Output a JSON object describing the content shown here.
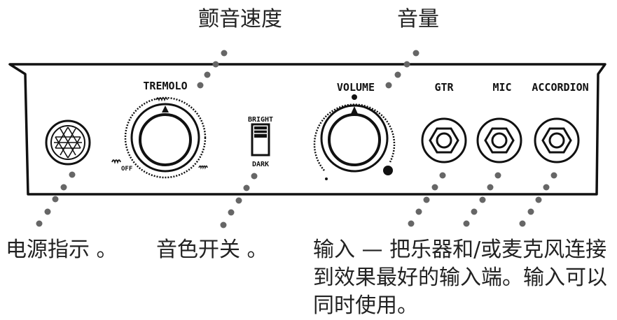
{
  "panel": {
    "tremolo_label": "TREMOLO",
    "tremolo_off_label": "OFF",
    "volume_label": "VOLUME",
    "switch_top_label": "BRIGHT",
    "switch_bottom_label": "DARK",
    "jacks": [
      {
        "label": "GTR"
      },
      {
        "label": "MIC"
      },
      {
        "label": "ACCORDION"
      }
    ]
  },
  "callouts": {
    "tremolo_speed": "颤音速度",
    "volume": "音量",
    "power_indicator": "电源指示 。",
    "tone_switch": "音色开关 。",
    "inputs_line1": "输入 — 把乐器和/或麦克风连接",
    "inputs_line2": "到效果最好的输入端。输入可以",
    "inputs_line3": "同时使用。"
  },
  "colors": {
    "ink": "#111111",
    "dot": "#666666",
    "background": "#ffffff"
  },
  "icons": [
    "power-indicator-icon",
    "tremolo-knob-icon",
    "volume-knob-icon",
    "tone-switch-icon",
    "input-jack-icon"
  ]
}
